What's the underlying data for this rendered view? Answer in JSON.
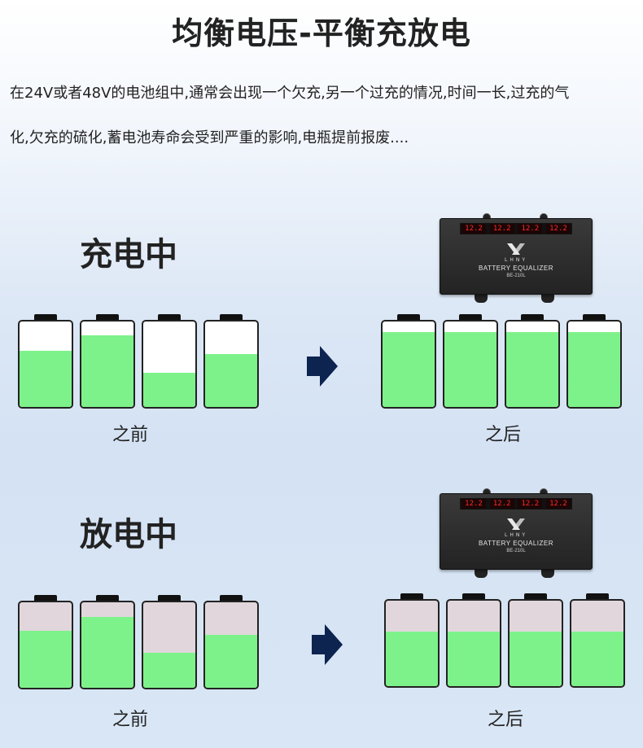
{
  "header": {
    "title": "均衡电压-平衡充放电",
    "desc_line1": "在24V或者48V的电池组中,通常会出现一个欠充,另一个过充的情况,时间一长,过充的气",
    "desc_line2": "化,欠充的硫化,蓄电池寿命会受到严重的影响,电瓶提前报废...."
  },
  "charging": {
    "title": "充电中",
    "before_label": "之前",
    "after_label": "之后",
    "before_levels": [
      0.66,
      0.84,
      0.4,
      0.62
    ],
    "after_levels": [
      0.88,
      0.88,
      0.88,
      0.88
    ]
  },
  "discharging": {
    "title": "放电中",
    "before_label": "之前",
    "after_label": "之后",
    "before_levels": [
      0.67,
      0.83,
      0.41,
      0.62
    ],
    "after_levels": [
      0.64,
      0.64,
      0.64,
      0.64
    ]
  },
  "device": {
    "displays": [
      "12.2",
      "12.2",
      "12.2",
      "12.2"
    ],
    "brand": "LHNY",
    "name": "BATTERY EQUALIZER",
    "model": "BE-210L"
  },
  "colors": {
    "battery_fill": "#7df28a",
    "arrow": "#0d2350",
    "display_digits": "#ff2a2a"
  }
}
